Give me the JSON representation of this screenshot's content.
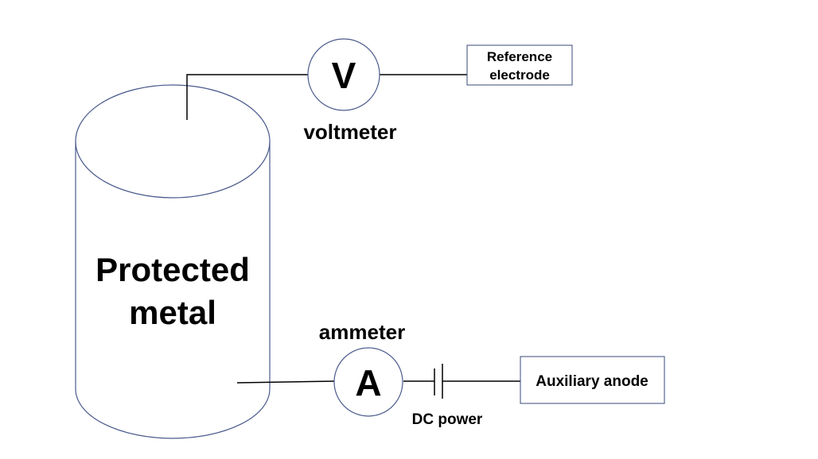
{
  "cylinder": {
    "label_line1": "Protected",
    "label_line2": "metal"
  },
  "voltmeter": {
    "symbol": "V",
    "label": "voltmeter"
  },
  "ammeter": {
    "symbol": "A",
    "label": "ammeter"
  },
  "reference_electrode": {
    "label_line1": "Reference",
    "label_line2": "electrode"
  },
  "auxiliary_anode": {
    "label": "Auxiliary anode"
  },
  "dc_power": {
    "label": "DC power"
  },
  "colors": {
    "outline": "#4a5a8c",
    "wire": "#000000",
    "box_border": "#3a4a7a",
    "text": "#000000"
  }
}
